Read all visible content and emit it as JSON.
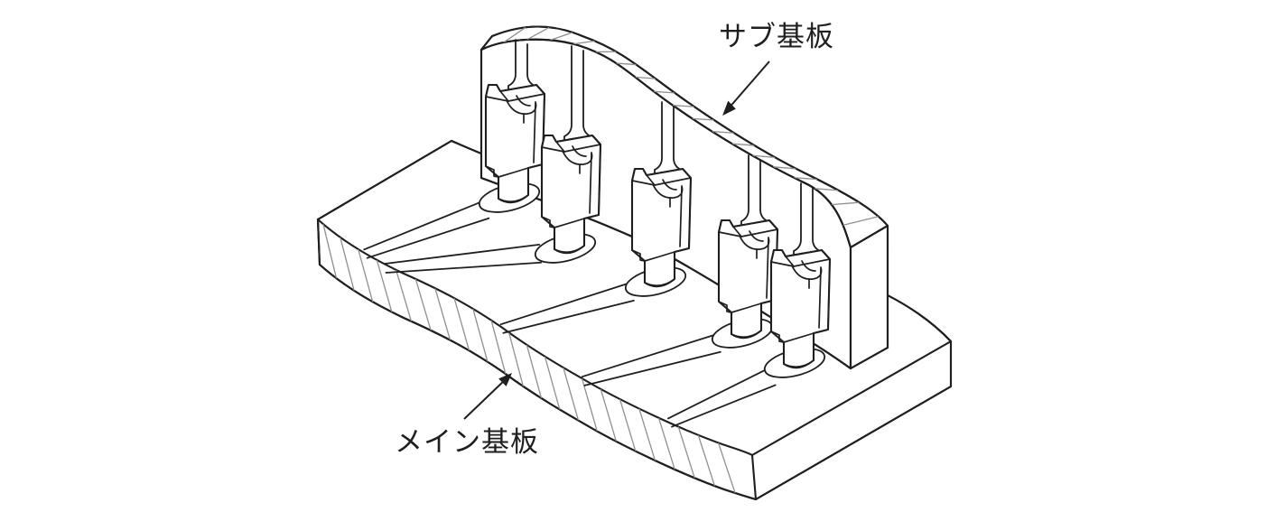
{
  "figure": {
    "background_color": "#ffffff",
    "line_color": "#1f1f1f",
    "hatch_color": "#8f8f8f",
    "labels": {
      "sub_board": "サブ基板",
      "main_board": "メイン基板"
    },
    "terminal_count": 5
  }
}
